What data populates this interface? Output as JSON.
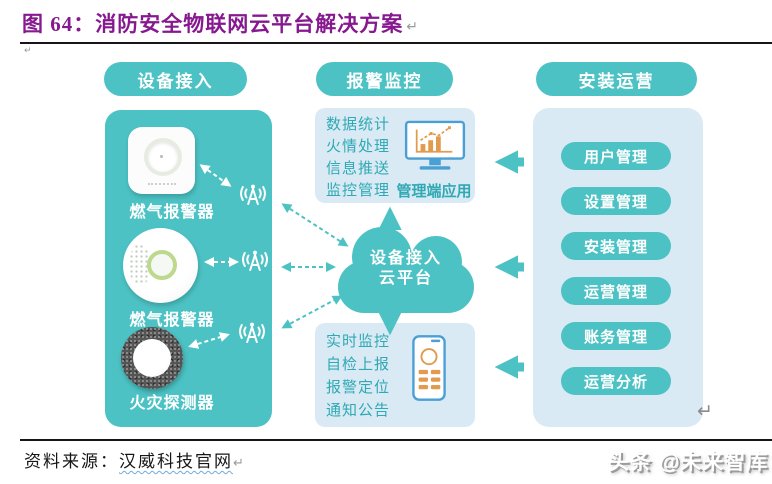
{
  "title": {
    "figure_label": "图 64：",
    "text": "消防安全物联网云平台解决方案"
  },
  "marks": {
    "return": "↵"
  },
  "headers": {
    "device_access": "设备接入",
    "alarm_monitoring": "报警监控",
    "installation_operation": "安装运营"
  },
  "device_column": {
    "devices": [
      {
        "label": "燃气报警器"
      },
      {
        "label": "燃气报警器"
      },
      {
        "label": "火灾探测器"
      }
    ]
  },
  "monitoring_column": {
    "management_box": {
      "features": [
        "数据统计",
        "火情处理",
        "信息推送",
        "监控管理"
      ],
      "app_label": "管理端应用"
    },
    "cloud": {
      "line1": "设备接入",
      "line2": "云平台"
    },
    "client_box": {
      "features": [
        "实时监控",
        "自检上报",
        "报警定位",
        "通知公告"
      ]
    }
  },
  "operation_column": {
    "buttons": [
      "用户管理",
      "设置管理",
      "安装管理",
      "运营管理",
      "账务管理",
      "运营分析"
    ]
  },
  "footer": {
    "source_label": "资料来源：",
    "source_text": "汉威科技官网",
    "watermark": "头条 @未来智库"
  },
  "colors": {
    "teal": "#4CC2C4",
    "light_blue": "#DAEAF4",
    "title_purple": "#86198F",
    "icon_orange": "#E29A4F",
    "icon_blue": "#4A9FD4"
  }
}
